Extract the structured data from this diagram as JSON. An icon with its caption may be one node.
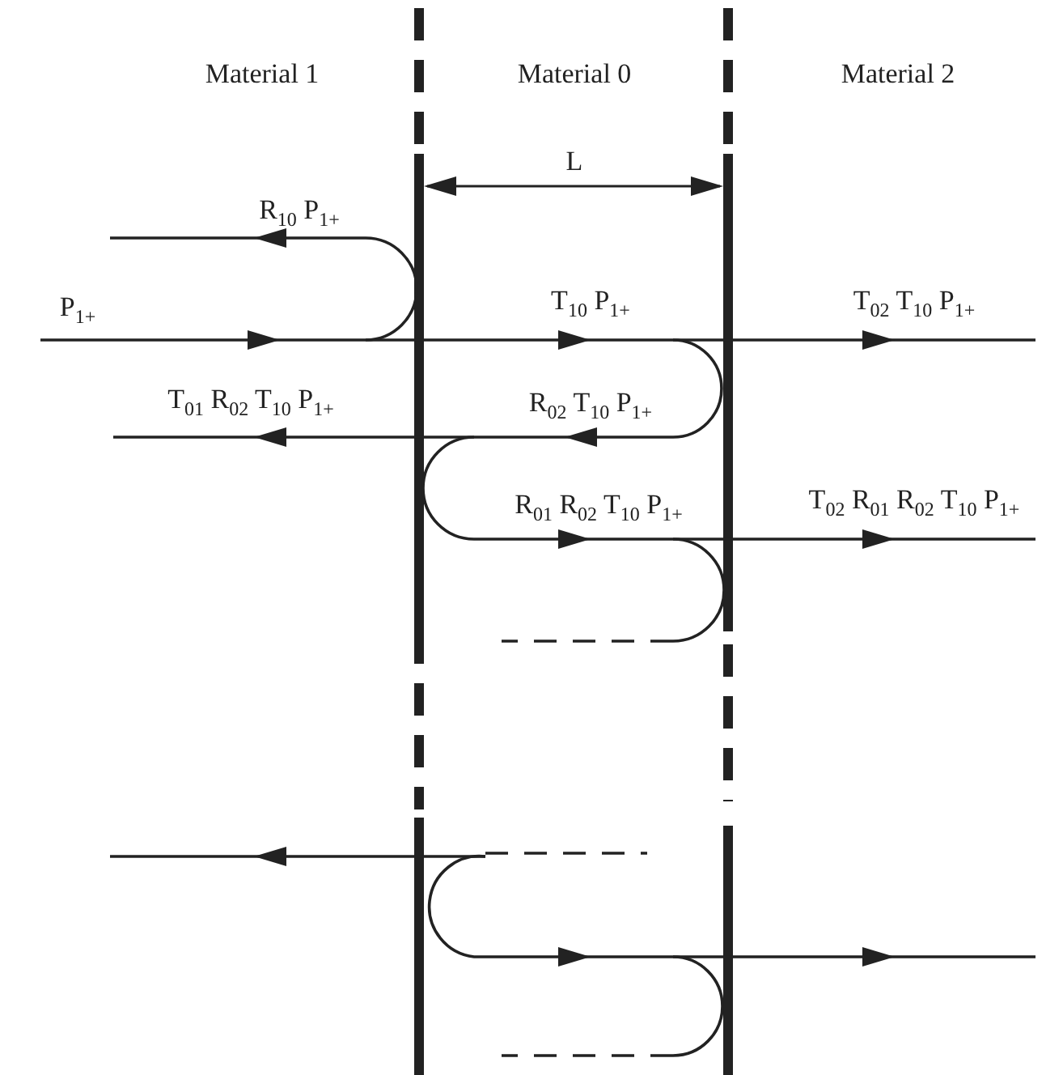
{
  "diagram": {
    "labels": [
      "Material 1",
      "Material 0",
      "Material 2",
      "L",
      "R$_{10}$ P$_{1+}$",
      "P$_{1+}$",
      "T$_{10}$ P$_{1+}$",
      "T$_{02}$ T$_{10}$ P$_{1+}$",
      "T$_{01}$ R$_{02}$ T$_{10}$ P$_{1+}$",
      "R$_{02}$ T$_{10}$ P$_{1+}$",
      "R$_{01}$ R$_{02}$ T$_{10}$ P$_{1+}$",
      "T$_{02}$ R$_{01}$ R$_{02}$ T$_{10}$ P$_{1+}$"
    ]
  }
}
